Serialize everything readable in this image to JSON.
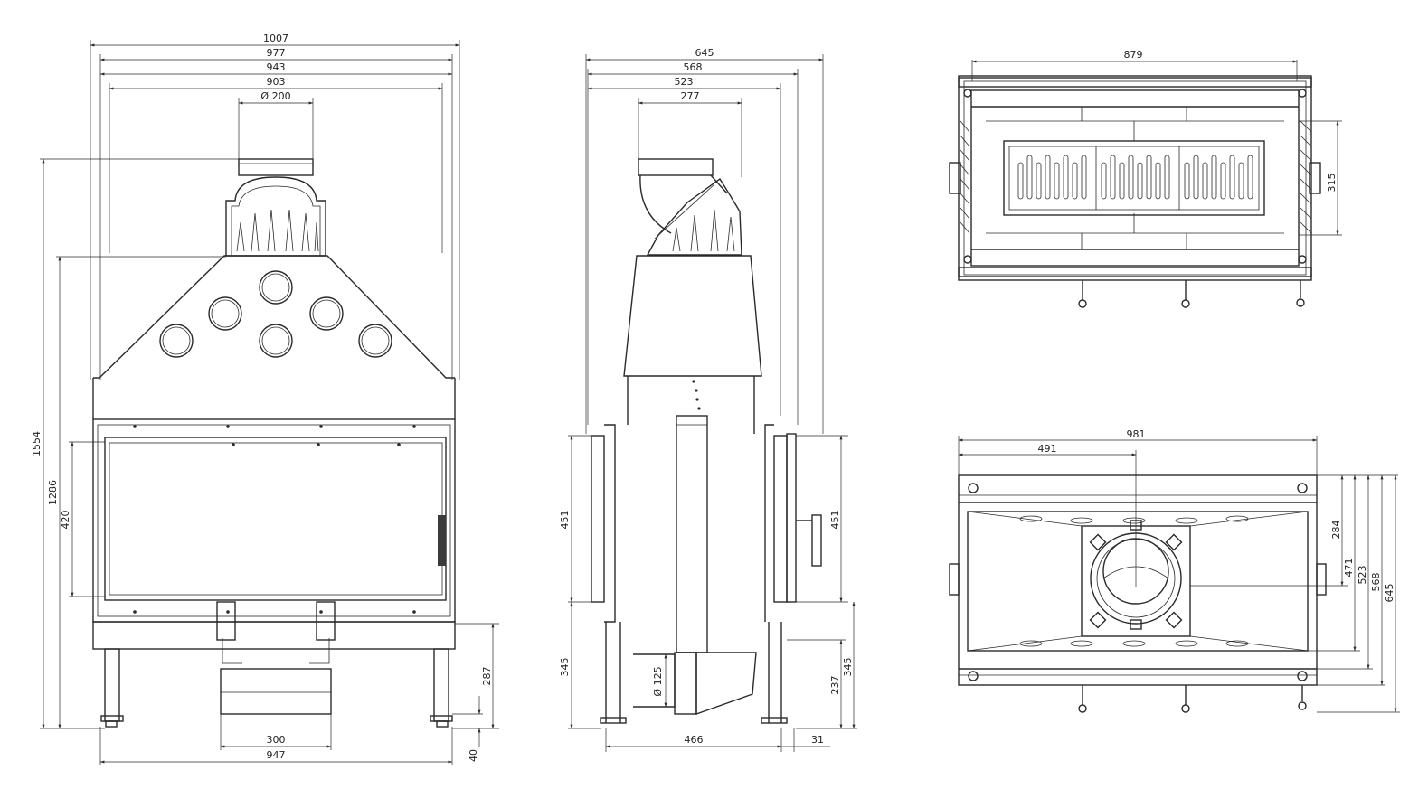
{
  "front_view": {
    "widths": [
      "1007",
      "977",
      "943",
      "903"
    ],
    "flue_diameter": "Ø 200",
    "total_height": "1554",
    "hood_height": "1286",
    "door_height": "420",
    "base_height": "287",
    "ashtray_width": "300",
    "leg_span": "947",
    "foot_height": "40"
  },
  "side_view": {
    "widths": [
      "645",
      "568",
      "523",
      "277"
    ],
    "door_depth_left": "451",
    "door_depth_right": "451",
    "base_left": "345",
    "base_right": "345",
    "air_inlet_height": "237",
    "air_inlet_diameter": "Ø 125",
    "leg_span": "466",
    "offset": "31"
  },
  "top_view": {
    "width": "879",
    "depth": "315"
  },
  "bottom_view": {
    "width": "981",
    "half_width": "491",
    "depths": [
      "284",
      "471",
      "523",
      "568",
      "645"
    ]
  }
}
